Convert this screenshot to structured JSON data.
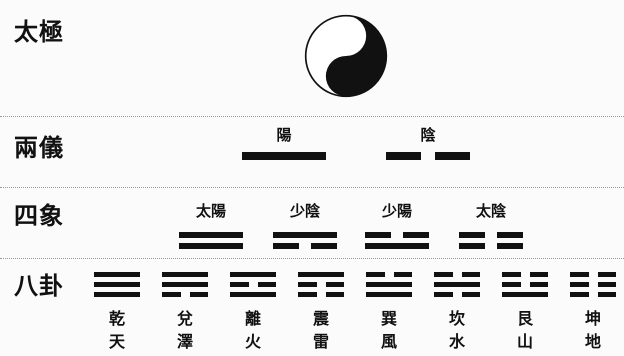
{
  "rows": {
    "taiji": "太極",
    "liangyi": "兩儀",
    "sixiang": "四象",
    "bagua": "八卦"
  },
  "liangyi": [
    {
      "label": "陽",
      "lines": [
        1
      ]
    },
    {
      "label": "陰",
      "lines": [
        0
      ]
    }
  ],
  "sixiang": [
    {
      "label": "太陽",
      "lines": [
        1,
        1
      ]
    },
    {
      "label": "少陰",
      "lines": [
        0,
        1
      ]
    },
    {
      "label": "少陽",
      "lines": [
        1,
        0
      ]
    },
    {
      "label": "太陰",
      "lines": [
        0,
        0
      ]
    }
  ],
  "bagua": [
    {
      "name": "乾",
      "element": "天",
      "lines": [
        1,
        1,
        1
      ]
    },
    {
      "name": "兌",
      "element": "澤",
      "lines": [
        0,
        1,
        1
      ]
    },
    {
      "name": "離",
      "element": "火",
      "lines": [
        1,
        0,
        1
      ]
    },
    {
      "name": "震",
      "element": "雷",
      "lines": [
        0,
        0,
        1
      ]
    },
    {
      "name": "巽",
      "element": "風",
      "lines": [
        1,
        1,
        0
      ]
    },
    {
      "name": "坎",
      "element": "水",
      "lines": [
        0,
        1,
        0
      ]
    },
    {
      "name": "艮",
      "element": "山",
      "lines": [
        1,
        0,
        0
      ]
    },
    {
      "name": "坤",
      "element": "地",
      "lines": [
        0,
        0,
        0
      ]
    }
  ],
  "colors": {
    "ink": "#111111",
    "paper": "#ffffff"
  }
}
